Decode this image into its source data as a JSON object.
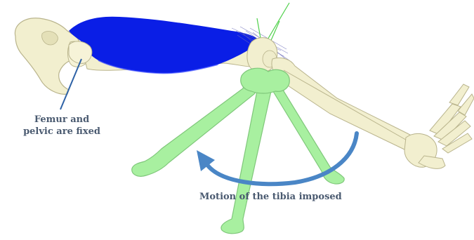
{
  "annotations": {
    "fixed_line1": "Femur and",
    "fixed_line2": "pelvic are fixed",
    "motion": "Motion of the tibia imposed"
  },
  "colors": {
    "bone": "#f2efcf",
    "bone_outline": "#b9b48c",
    "muscle": "#0a1ee6",
    "tibia_moved": "#a8f0a0",
    "tibia_outline": "#7fc77a",
    "arrow": "#4a86c6",
    "label_text": "#4a5a70"
  }
}
